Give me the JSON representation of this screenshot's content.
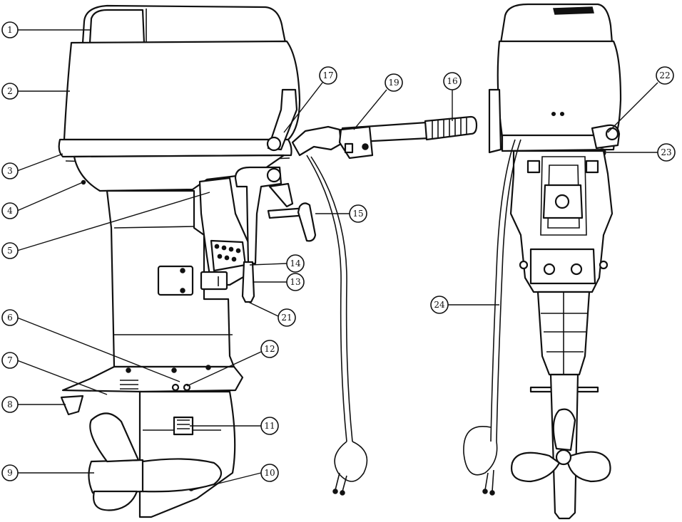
{
  "callouts": [
    {
      "id": "c1",
      "number": "1"
    },
    {
      "id": "c2",
      "number": "2"
    },
    {
      "id": "c3",
      "number": "3"
    },
    {
      "id": "c4",
      "number": "4"
    },
    {
      "id": "c5",
      "number": "5"
    },
    {
      "id": "c6",
      "number": "6"
    },
    {
      "id": "c7",
      "number": "7"
    },
    {
      "id": "c8",
      "number": "8"
    },
    {
      "id": "c9",
      "number": "9"
    },
    {
      "id": "c10",
      "number": "10"
    },
    {
      "id": "c11",
      "number": "11"
    },
    {
      "id": "c12",
      "number": "12"
    },
    {
      "id": "c13",
      "number": "13"
    },
    {
      "id": "c14",
      "number": "14"
    },
    {
      "id": "c15",
      "number": "15"
    },
    {
      "id": "c16",
      "number": "16"
    },
    {
      "id": "c17",
      "number": "17"
    },
    {
      "id": "c19",
      "number": "19"
    },
    {
      "id": "c21",
      "number": "21"
    },
    {
      "id": "c22",
      "number": "22"
    },
    {
      "id": "c23",
      "number": "23"
    },
    {
      "id": "c24",
      "number": "24"
    }
  ]
}
